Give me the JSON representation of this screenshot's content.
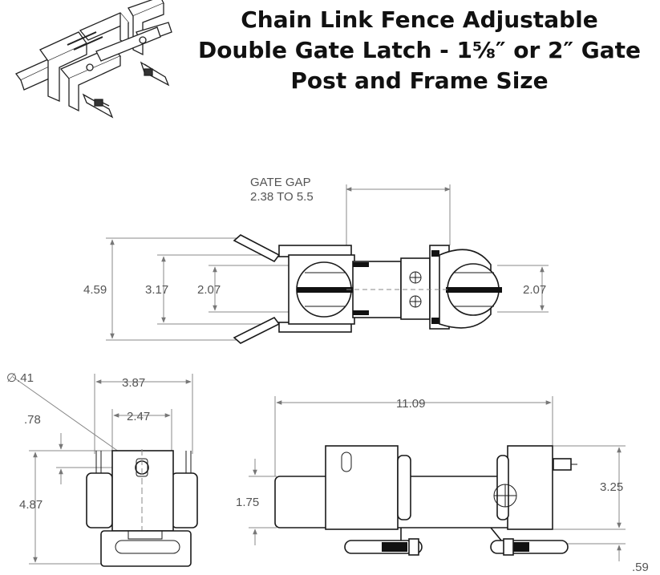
{
  "title": {
    "line1": "Chain Link Fence Adjustable",
    "line2": "Double Gate Latch - 1⅝″ or 2″ Gate",
    "line3": "Post and Frame Size"
  },
  "top_view": {
    "gate_gap_label": "GATE GAP",
    "gate_gap_range": "2.38 TO 5.5",
    "dim_overall_height": "4.59",
    "dim_inner_height": "3.17",
    "dim_post_left": "2.07",
    "dim_post_right": "2.07"
  },
  "side_view": {
    "dim_hole_diameter": "∅.41",
    "dim_overall_width": "3.87",
    "dim_inner_width": "2.47",
    "dim_hole_offset": ".78",
    "dim_overall_height": "4.87"
  },
  "front_view": {
    "dim_overall_length": "11.09",
    "dim_bar_height": "1.75",
    "dim_bracket_height": "3.25",
    "dim_bolt_offset": ".59"
  }
}
